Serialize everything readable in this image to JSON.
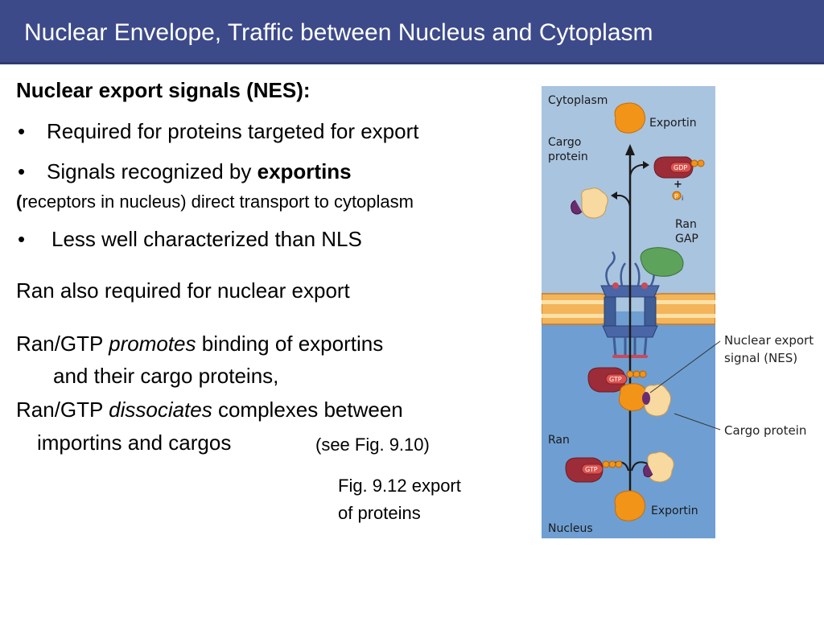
{
  "slide": {
    "title": "Nuclear Envelope, Traffic between Nucleus and Cytoplasm"
  },
  "body": {
    "heading": "Nuclear export signals (NES):",
    "bullets": [
      {
        "marker": "•",
        "text": "Required for proteins targeted for export"
      },
      {
        "marker": "•",
        "text_prefix": "Signals recognized by ",
        "text_bold": "exportins"
      },
      {
        "marker": "•",
        "text": "Less well characterized than NLS"
      }
    ],
    "paren_open": "(",
    "paren_text": "receptors in nucleus) direct transport to cytoplasm",
    "ran_export": "Ran also required for nuclear export",
    "ran_gtp_1_prefix": "Ran/GTP ",
    "ran_gtp_1_italic": "promotes",
    "ran_gtp_1_suffix": " binding of exportins",
    "ran_gtp_1_line2": "and their cargo proteins,",
    "ran_gtp_2_prefix": "Ran/GTP ",
    "ran_gtp_2_italic": "dissociates",
    "ran_gtp_2_suffix": " complexes between",
    "ran_gtp_2_line2": "importins and cargos",
    "see_fig": "(see Fig. 9.10)",
    "caption_line1": "Fig. 9.12 export",
    "caption_line2": "of proteins"
  },
  "figure": {
    "cytoplasm": "Cytoplasm",
    "exportin_top": "Exportin",
    "cargo_protein_line1": "Cargo",
    "cargo_protein_line2": "protein",
    "gdp": "GDP",
    "plus": "+",
    "pi": "P",
    "pi_sub": "i",
    "ran_gap_line1": "Ran",
    "ran_gap_line2": "GAP",
    "gtp_upper": "GTP",
    "ran": "Ran",
    "gtp_lower": "GTP",
    "exportin_bottom": "Exportin",
    "nucleus": "Nucleus",
    "callout_nes_line1": "Nuclear export",
    "callout_nes_line2": "signal (NES)",
    "callout_cargo": "Cargo protein",
    "colors": {
      "cytoplasm_bg": "#a9c4df",
      "nucleus_bg": "#6f9fd2",
      "membrane": "#f0a33a",
      "exportin": "#f29418",
      "ran": "#9b2c38",
      "cargo": "#f8d9a0",
      "ran_gap": "#5ea35c",
      "pore": "#3f5d96"
    }
  }
}
